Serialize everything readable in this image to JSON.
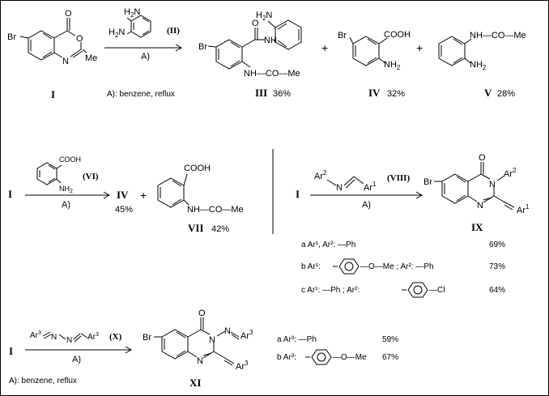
{
  "compounds": {
    "I": "I",
    "II": "(II)",
    "III": "III",
    "IV": "IV",
    "V": "V",
    "VI": "(VI)",
    "VII": "VII",
    "VIII": "(VIII)",
    "IX": "IX",
    "X": "(X)",
    "XI": "XI"
  },
  "atoms": {
    "br": "Br",
    "o": "O",
    "n": "N",
    "me": "Me",
    "nh2": "NH",
    "h2n": "H",
    "cooh": "COOH",
    "nhcome": "NH—CO—Me",
    "ar1": "Ar",
    "ar2": "Ar",
    "ar3": "Ar",
    "cl": "Cl",
    "ome": "O—Me",
    "one": "1",
    "two": "2",
    "three": "3",
    "sub2": "2"
  },
  "conditions": {
    "step_label": "A)",
    "a_def_top": "A): benzene, reflux",
    "a_def_bottom": "A): benzene, reflux"
  },
  "yields": {
    "III": "36%",
    "IV_first": "32%",
    "V": "28%",
    "IV_second": "45%",
    "VII": "42%"
  },
  "misc": {
    "plus": "+"
  },
  "ix_variants": [
    {
      "letter": "a",
      "text": "Ar¹, Ar²: —Ph",
      "yield": "69%"
    },
    {
      "letter": "b",
      "text_pre": "Ar¹:",
      "text_post": "—O—Me ; Ar²: —Ph",
      "yield": "73%"
    },
    {
      "letter": "c",
      "text_pre": "Ar¹: —Ph ; Ar²:",
      "text_post": "—Cl",
      "yield": "64%"
    }
  ],
  "xi_variants": [
    {
      "letter": "a",
      "text": "Ar³: —Ph",
      "yield": "59%"
    },
    {
      "letter": "b",
      "text_pre": "Ar³:",
      "text_post": "—O—Me",
      "yield": "67%"
    }
  ]
}
